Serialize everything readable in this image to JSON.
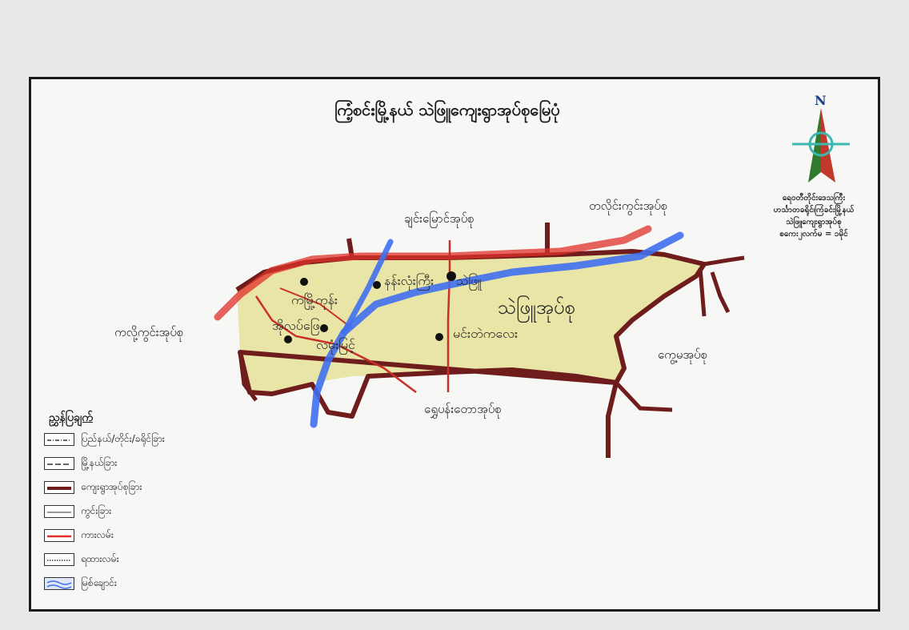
{
  "map": {
    "title": "ကြံ့စင်းမြို့နယ် သဲဖြူကျေးရွာအုပ်စုမြေပုံ",
    "north_label": "N",
    "scale_lines": [
      "ရေဝတီတိုင်းဒေသကြီး",
      "ဟင်္သာတခရိုင်၊ကြံခင်းမြို့နယ်",
      "သဲဖြူကျေးရွာအုပ်စု",
      "စကေး၂လက်မ = ၁မိုင်"
    ],
    "neighbors": {
      "north": "ချင်းမြောင်အုပ်စု",
      "northeast": "တလိုင်းကွင်းအုပ်စု",
      "west": "ကလို့ကွင်းအုပ်စု",
      "east": "ကွေ့မအုပ်စု",
      "south": "ရွှေပန်းတောအုပ်စု"
    },
    "area_name": "သဲဖြူအုပ်စု",
    "villages": [
      "ကမြို့ကုန်း",
      "နန်းလုံးကြီး",
      "သဲဖြူ",
      "အိုလပ်ဖြေ",
      "လမုံးမြင့်",
      "မင်းတဲကလေး"
    ],
    "colors": {
      "land": "#e8e5a6",
      "boundary": "#6e1c1c",
      "road": "#e0302a",
      "river": "#3f6ff0",
      "compass_green": "#2f7a2f",
      "compass_red": "#c0392b",
      "compass_teal": "#3bb7b0"
    }
  },
  "legend": {
    "title": "ညွှန်ပြချက်",
    "items": [
      "ပြည်နယ်/တိုင်း/ခရိုင်ခြား",
      "မြို့နယ်ခြား",
      "ကျေးရွာအုပ်စုခြား",
      "ကွင်းခြား",
      "ကားလမ်း",
      "ရထားလမ်း",
      "မြစ်ချောင်း"
    ]
  }
}
